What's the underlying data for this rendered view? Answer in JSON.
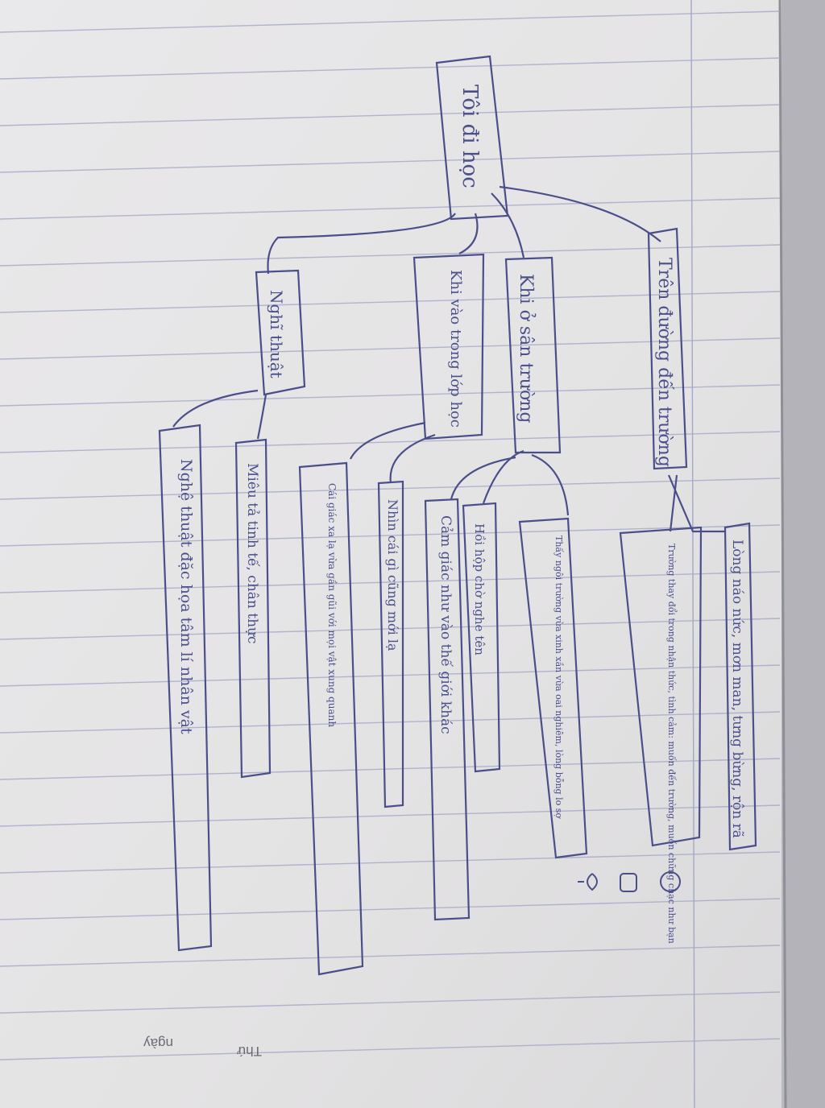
{
  "photo": {
    "subject": "handwritten-mind-map-on-lined-notebook-page",
    "colors": {
      "paper": "#e6e4e4",
      "rule_line": "#9ea4c2",
      "ink": "#4a4f8a",
      "shadow": "#9a9aa0"
    }
  },
  "mind_map": {
    "root": "Tôi đi học",
    "branches": [
      {
        "label": "Trên đường đến trường",
        "children": [
          "Lòng náo nức, mơn man, tưng bừng, rộn rã",
          "Trường thay đổi trong nhận thức, tình cảm: muốn đến trường, muốn chững chạc như bạn"
        ]
      },
      {
        "label": "Khi ở sân trường",
        "children": [
          "Thấy ngôi trường vừa xinh xắn vừa oai nghiêm, lòng bỗng lo sợ",
          "Hồi hộp chờ nghe tên",
          "Cảm giác như vào thế giới khác"
        ]
      },
      {
        "label": "Khi vào trong lớp học",
        "children": [
          "Nhìn cái gì cũng mới lạ",
          "Cái giác xa lạ vừa gần gũi với mọi vật xung quanh"
        ]
      },
      {
        "label": "Nghĩ thuật",
        "children": [
          "Miêu tả tinh tế, chân thực",
          "Nghệ thuật đặc họa tâm lí nhân vật"
        ]
      }
    ]
  },
  "notebook_margin": {
    "label_ngay": "ngày",
    "label_thu": "Thứ"
  }
}
